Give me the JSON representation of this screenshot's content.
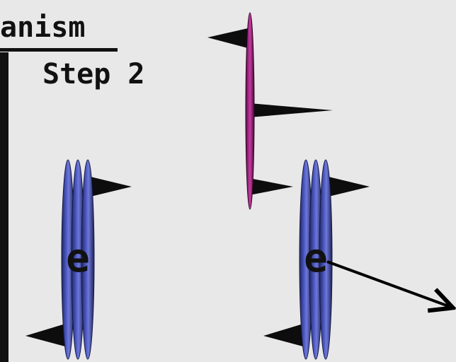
{
  "title_fragment": "anism",
  "step_label": "Step 2",
  "electron_symbol": "e",
  "colors": {
    "background": "#e8e8e8",
    "text": "#111111",
    "coin_blue": "#3b46a8",
    "coin_dark": "#1b1f55",
    "coin_magenta": "#b4238f",
    "spike": "#111111",
    "arrow": "#000000"
  },
  "icons": {
    "blue_coin_stack": "blue-coin-stack-icon",
    "magenta_coin": "magenta-coin-icon",
    "spike": "black-spike-icon",
    "arrow": "movement-arrow-icon"
  }
}
